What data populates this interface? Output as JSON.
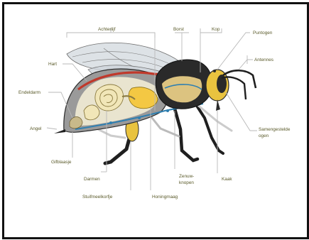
{
  "diagram": {
    "labels": {
      "achterlijf": "Achterlijf",
      "borst": "Borst",
      "kop": "Kop",
      "puntogen": "Puntogen",
      "antennes": "Antennes",
      "hart": "Hart",
      "endeldarm": "Endeldarm",
      "angel": "Angel",
      "gifblaasje": "Gifblaasje",
      "darmen": "Darmen",
      "stuifmeelkorfje": "Stuifmeelkorfje",
      "honingmaag": "Honingmaag",
      "zenuwknopen_1": "Zenuw-",
      "zenuwknopen_2": "knopen",
      "samengestelde_1": "Samengestelde",
      "samengestelde_2": "ogen",
      "kaak": "Kaak"
    },
    "colors": {
      "body_outline": "#2b2b2b",
      "abdomen_gray": "#9a9a9a",
      "yellow": "#e9c33f",
      "heart_red": "#c0392b",
      "gut_cream": "#f1e6b8",
      "nerve_blue": "#2f7fb0",
      "wing": "#d8dde2",
      "leader_line": "#b9b9b9",
      "label_text": "#5a5a2a"
    }
  }
}
